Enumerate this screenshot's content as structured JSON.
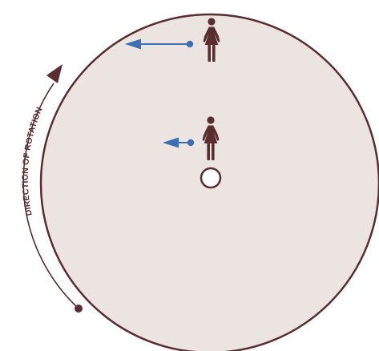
{
  "diagram": {
    "rotation_label": "DIRECTION OF ROTATION",
    "colors": {
      "disk_fill": "#ebe4e0",
      "disk_stroke": "#5a2d30",
      "person": "#5a2d30",
      "velocity_arrow": "#3e6eb4",
      "rotation_arrow": "#5a2d30",
      "center_fill": "#ffffff"
    },
    "people": [
      {
        "id": "outer",
        "icon": "woman-icon",
        "velocity": "long-arrow-left"
      },
      {
        "id": "inner",
        "icon": "woman-icon",
        "velocity": "short-arrow-left"
      }
    ],
    "center": {
      "icon": "axis-circle"
    }
  }
}
